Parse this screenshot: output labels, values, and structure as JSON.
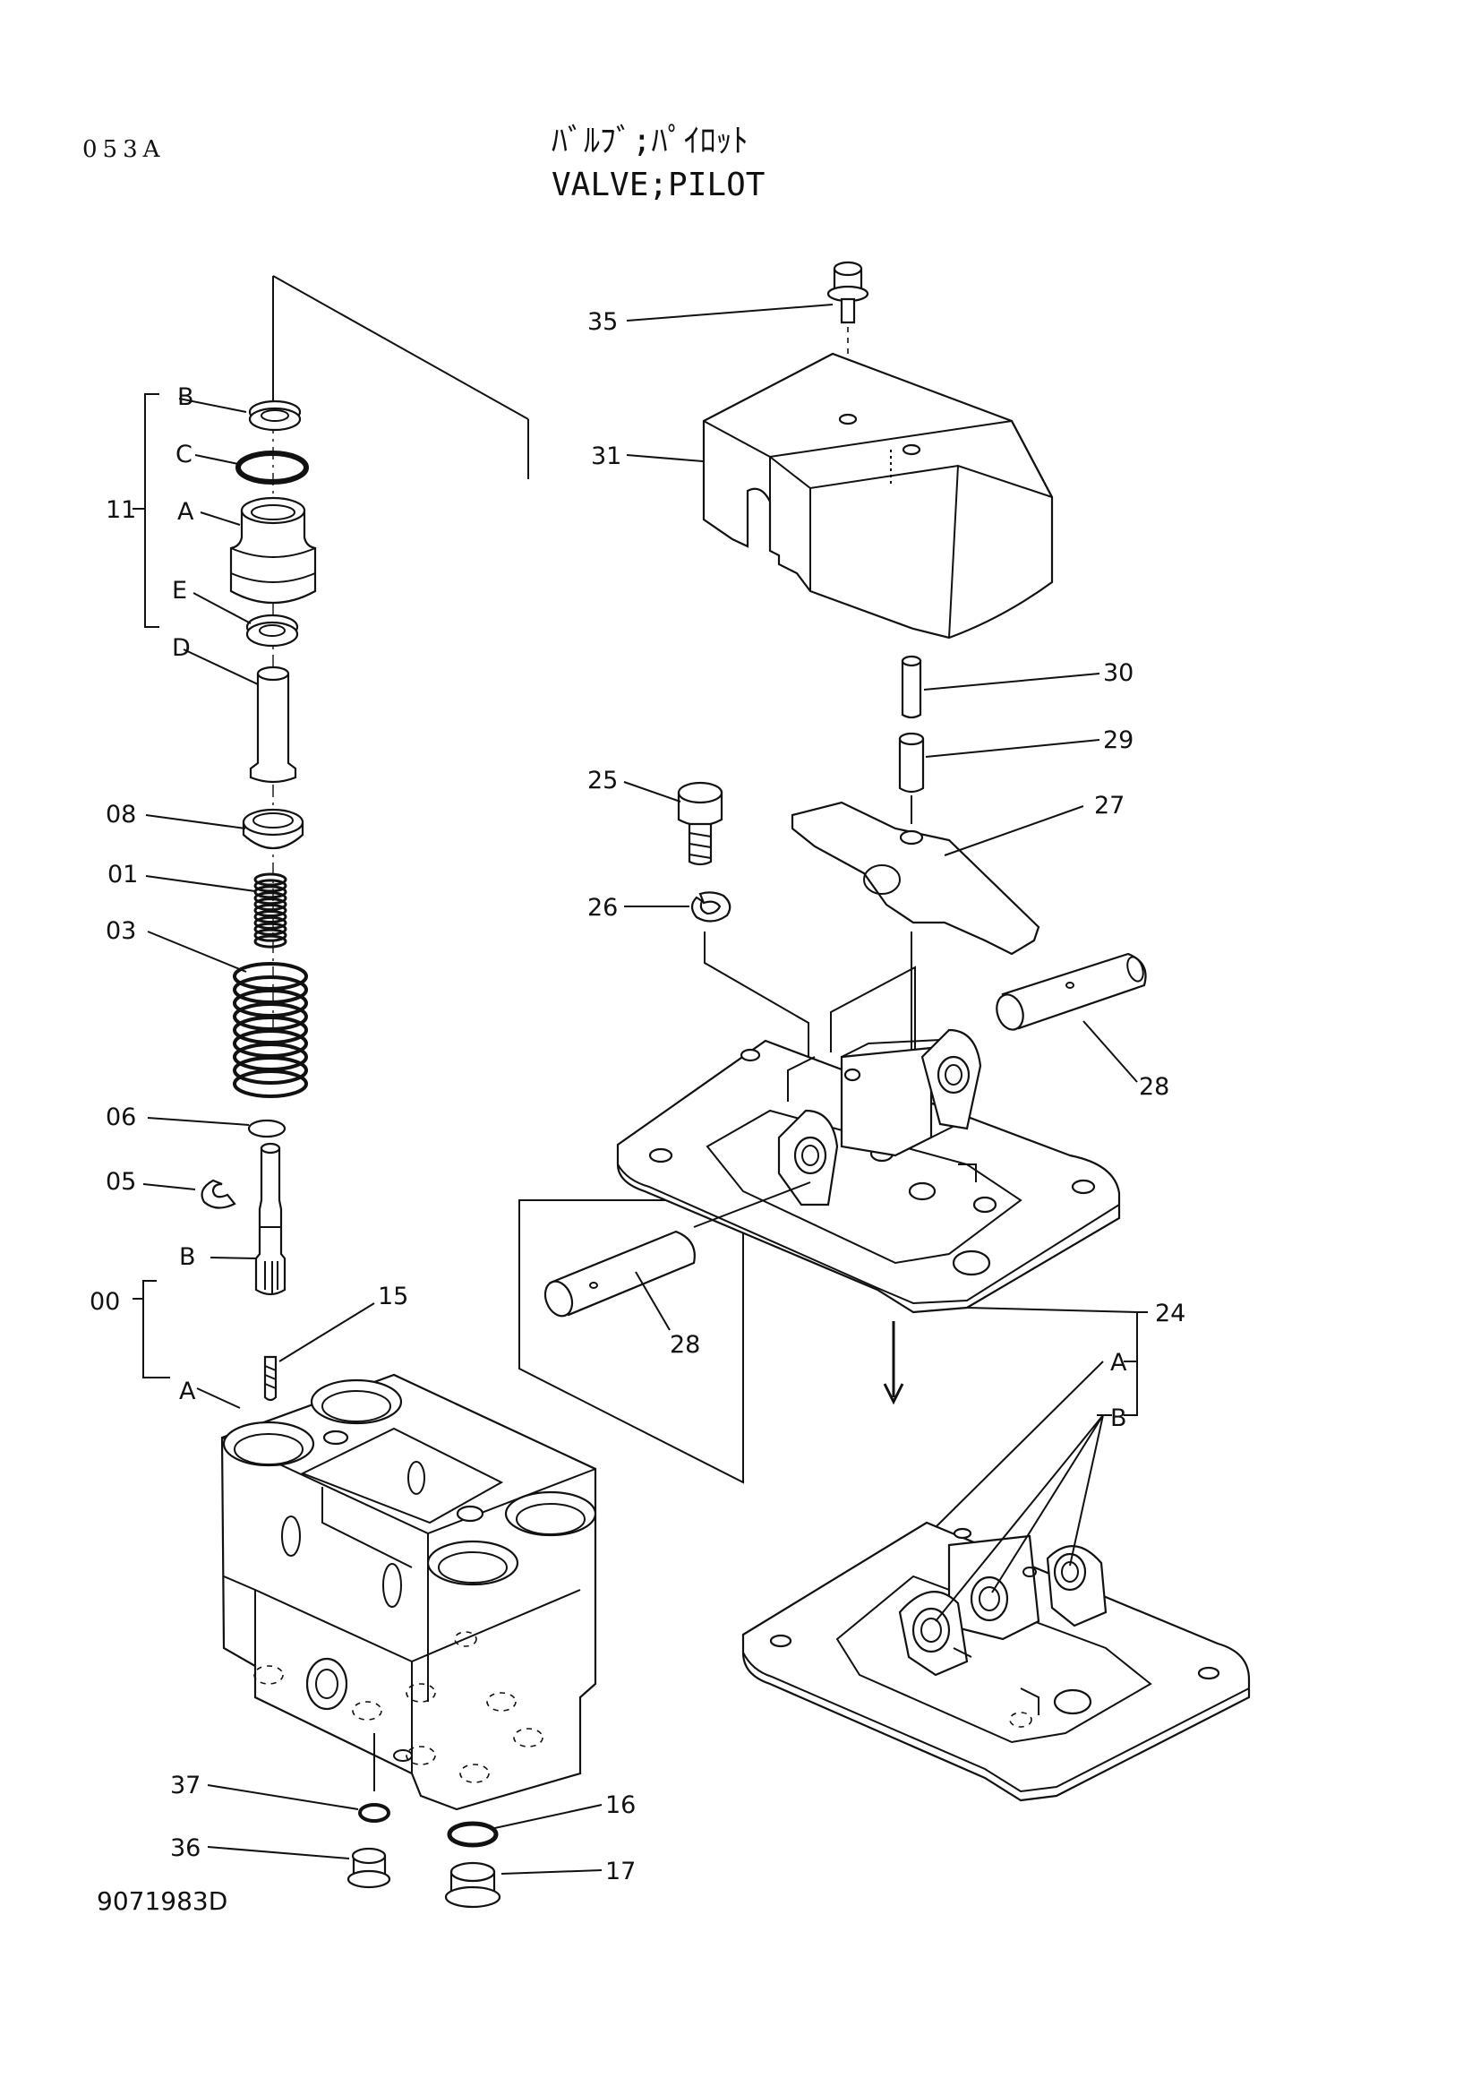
{
  "header": {
    "page_code": "053A",
    "title_jp": "ﾊﾞﾙﾌﾞ;ﾊﾟｲﾛｯﾄ",
    "title_en": "VALVE;PILOT"
  },
  "drawing_number": "9071983D",
  "callouts": {
    "c35": "35",
    "c31": "31",
    "c30": "30",
    "c29": "29",
    "c27": "27",
    "c25": "25",
    "c26": "26",
    "c28a": "28",
    "c28b": "28",
    "c24": "24",
    "c24A": "A",
    "c24B": "B",
    "c11": "11",
    "c11B": "B",
    "c11C": "C",
    "c11A": "A",
    "c11E": "E",
    "c11D": "D",
    "c08": "08",
    "c01": "01",
    "c03": "03",
    "c06": "06",
    "c05": "05",
    "c00": "00",
    "c00B": "B",
    "c00A": "A",
    "c15": "15",
    "c37": "37",
    "c36": "36",
    "c16": "16",
    "c17": "17"
  }
}
